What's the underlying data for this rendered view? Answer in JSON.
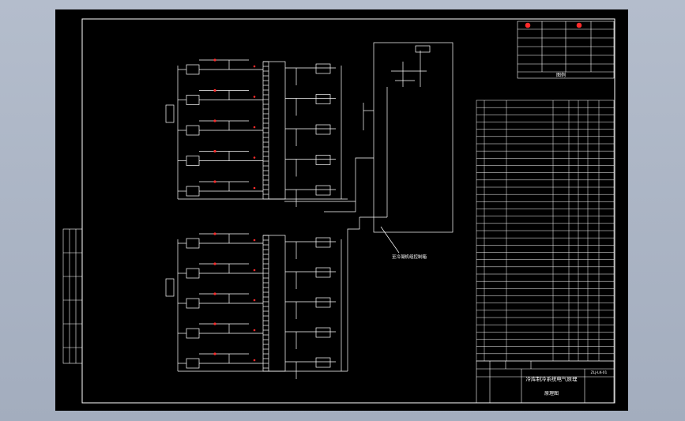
{
  "window": {
    "background": "#a9b3c4",
    "sheet_color": "#000000",
    "line_color": "#ffffff",
    "accent_red": "#ff2a2a"
  },
  "title_block": {
    "drawing_title": "冷库制冷系统电气原理",
    "drawing_subtitle": "原理图",
    "doc_number": "ZLJ-LK-01"
  },
  "annotations": {
    "to_condenser": "至冷凝机组控制箱"
  },
  "legend": {
    "title": "图例"
  },
  "bom": {
    "row_count": 36
  }
}
